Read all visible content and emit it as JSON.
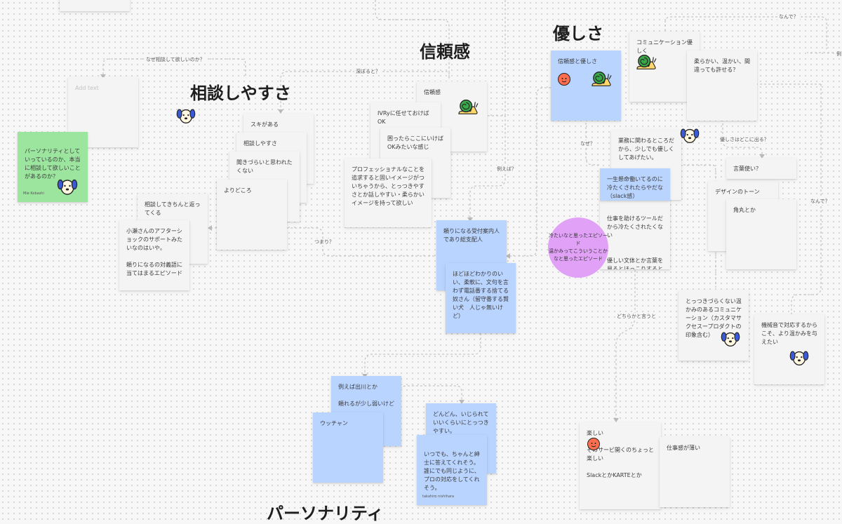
{
  "headings": {
    "soudan": "相談しやすさ",
    "shinrai": "信頼感",
    "yasashisa": "優しさ",
    "personality": "パーソナリティ"
  },
  "connector_labels": {
    "naze": "なぜ相談して欲しいのか？",
    "fukabori": "深ぼると？",
    "tsumari": "つまり？",
    "tatoeba": "例えば？",
    "naze2": "なぜ？",
    "nande1": "なんで？",
    "nande2": "なんで？",
    "dokoni": "優しさはどこに出る？",
    "dochira": "どちらかと言うと",
    "rei": "例"
  },
  "notes": {
    "top_left": "",
    "add_text": "Add text",
    "green_main": "パーソナリティとしていっているのか、本当に相談して欲しいことがあるのか？",
    "green_author": "Mie Kobashi",
    "suki": "スキがある",
    "soudan_yasui": "相談しやすさ",
    "kikizurai": "聞きづらいと思われたくない",
    "yoridokoro": "よりどころ",
    "kichinto": "相談してきちんと返ってくる",
    "aftershock": "小瀬さんのアフターショックのサポートみたいなのはいや。\n\n頼りになるの対義語に当てはまるエピソード",
    "shinraikan": "信頼感",
    "ivry": "IVRyに任せておけばOK",
    "komattara": "困ったらここにいけばOKみたいな感じ",
    "professional": "プロフェッショナルなことを追求すると固いイメージがついちゃうから、とっつきやすさとか話しやすい・柔らかいイメージを持って欲しい",
    "uketsuke": "頼りになる受付案内人であり総支配人",
    "hodohodo": "ほどほどわかりのいい、柔軟に、文句を言わず電話番する捨てる奴さん（留守番する賢い犬　人じゃ無いけど）",
    "dekawa": "例えば出川とか\n\n頼れるが少し弱いけど",
    "ucchan": "ウッチャン",
    "dondon": "どんどん、いじられていいくらいにとっつきやすい。",
    "itsudemo": "いつでも、ちゃんと紳士に答えてくれそう。誰にでも同じように、プロの対応をしてくれそう。",
    "itsudemo_author": "takahiro nishihara",
    "shinrai_yasashisa": "信頼感と優しさ",
    "communication": "コミュニケーション優しく",
    "yawarakai": "柔らかい、温かい、間違っても許せる？",
    "gyomu": "業務に関わるところだから、少しでも優しくしてあげたい。",
    "isshokenmei": "一生懸命働いてるのに冷たくされたらやだな（slack感）",
    "shigoto_tasukeru": "仕事を助けるツールだから冷たくされたくない",
    "yasashii_buntai": "優しい文体とか言葉を見るとほっこりすると言うか息をきになる",
    "design_tone": "デザインのトーン",
    "kotoba": "言葉使い？",
    "kadomaru": "角丸とか",
    "tottsuki": "とっつきづらくない温かみのあるコミュニケーション（カスタマサクセスープロダクトの印象含む）",
    "kikaion": "機械音で対応するからこそ、より温かみを与えたい",
    "tanoshii": "楽しい\n\nそのサービ開くのちょっと楽しい\n\nSlackとかKARTEとか",
    "shigotokan": "仕事感が薄い"
  },
  "circle_note": "冷たいなと思ったエピソード\n温かみってこういうことかなと思ったエピソード",
  "icon_names": [
    "dog-icon",
    "snail-icon",
    "heart-icon"
  ],
  "colors": {
    "canvas": "#f7f7f7",
    "white_sticky": "#f4f4f4",
    "blue_sticky": "#b9d4ff",
    "green_sticky": "#9be59e",
    "circle": "#e0a1f7",
    "connector": "#b9b9b9"
  }
}
